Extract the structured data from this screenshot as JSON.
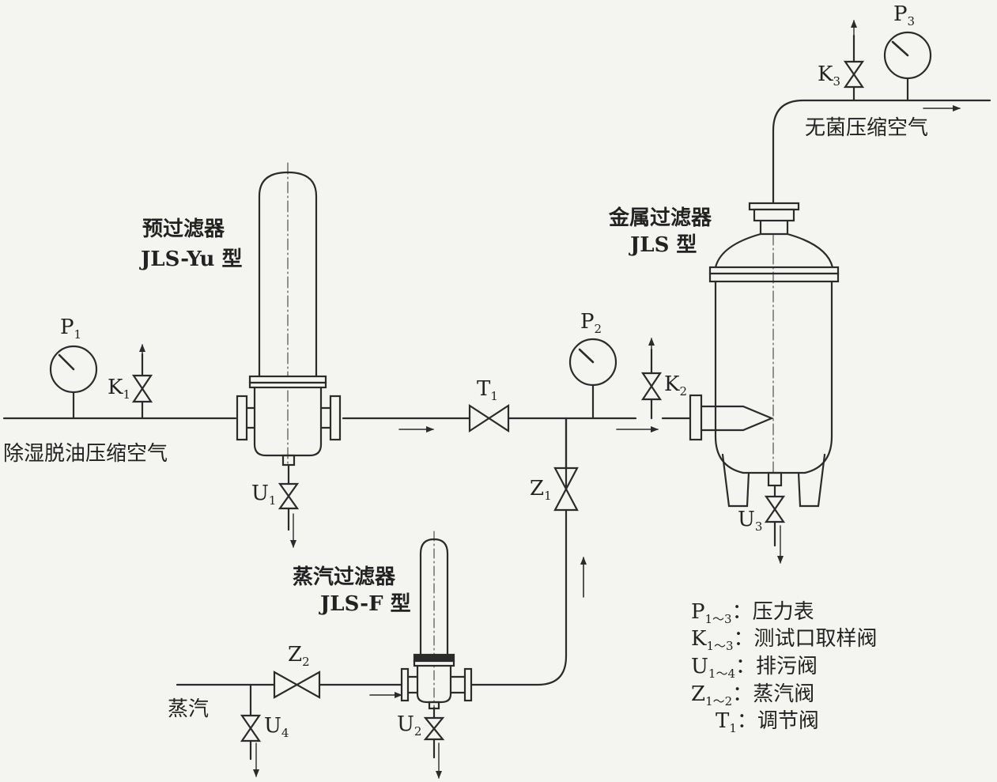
{
  "pipes": {
    "inlet": "除湿脱油压缩空气",
    "outlet": "无菌压缩空气",
    "steam": "蒸汽"
  },
  "filters": {
    "pre": {
      "name": "预过滤器",
      "model": "JLS-Yu 型"
    },
    "metal": {
      "name": "金属过滤器",
      "model": "JLS 型"
    },
    "steam": {
      "name": "蒸汽过滤器",
      "model": "JLS-F 型"
    }
  },
  "tags": {
    "P1": {
      "letter": "P",
      "sub": "1"
    },
    "P2": {
      "letter": "P",
      "sub": "2"
    },
    "P3": {
      "letter": "P",
      "sub": "3"
    },
    "K1": {
      "letter": "K",
      "sub": "1"
    },
    "K2": {
      "letter": "K",
      "sub": "2"
    },
    "K3": {
      "letter": "K",
      "sub": "3"
    },
    "U1": {
      "letter": "U",
      "sub": "1"
    },
    "U2": {
      "letter": "U",
      "sub": "2"
    },
    "U3": {
      "letter": "U",
      "sub": "3"
    },
    "U4": {
      "letter": "U",
      "sub": "4"
    },
    "Z1": {
      "letter": "Z",
      "sub": "1"
    },
    "Z2": {
      "letter": "Z",
      "sub": "2"
    },
    "T1": {
      "letter": "T",
      "sub": "1"
    }
  },
  "legend": [
    {
      "letter": "P",
      "sub": "1～3",
      "desc": "压力表"
    },
    {
      "letter": "K",
      "sub": "1～3",
      "desc": "测试口取样阀"
    },
    {
      "letter": "U",
      "sub": "1～4",
      "desc": "排污阀"
    },
    {
      "letter": "Z",
      "sub": "1～2",
      "desc": "蒸汽阀"
    },
    {
      "letter": "T",
      "sub": "1",
      "desc": "调节阀"
    }
  ],
  "colors": {
    "line": "#2b2b2b",
    "background": "#f4f4f1"
  }
}
